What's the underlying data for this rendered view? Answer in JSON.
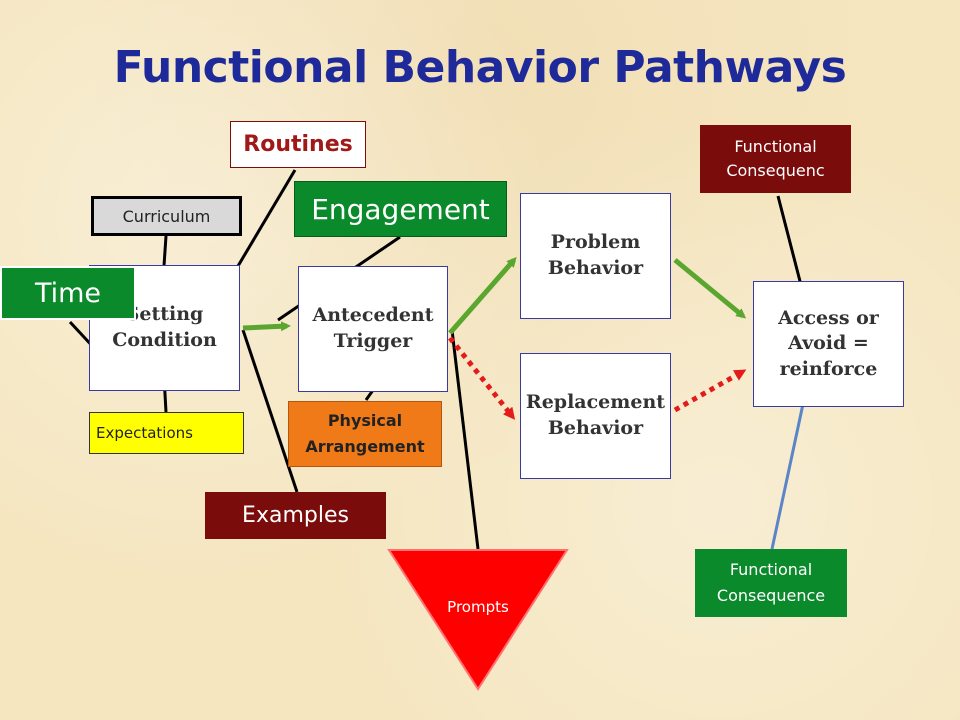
{
  "title": "Functional Behavior Pathways",
  "nodes": {
    "setting_condition": "Setting\nCondition",
    "antecedent_trigger": "Antecedent\nTrigger",
    "problem_behavior": "Problem\nBehavior",
    "replacement_behavior": "Replacement\nBehavior",
    "access_avoid": "Access or\nAvoid =\nreinforce"
  },
  "tags": {
    "routines": "Routines",
    "curriculum": "Curriculum",
    "time": "Time",
    "engagement": "Engagement",
    "expectations": "Expectations",
    "physical_arrangement": "Physical\nArrangement",
    "examples": "Examples",
    "prompts": "Prompts",
    "functional_consequence_top": "Functional\nConsequenc",
    "functional_consequence_bottom": "Functional\nConsequence"
  },
  "colors": {
    "title": "#1f2a9a",
    "dark_red": "#7b0c0c",
    "green": "#0a8a2a",
    "yellow": "#ffff00",
    "orange": "#f07a18",
    "red": "#ff0000",
    "arrow_green": "#5aa62e",
    "arrow_red_dotted": "#e31b1b",
    "connector_blue": "#5a86c8"
  }
}
